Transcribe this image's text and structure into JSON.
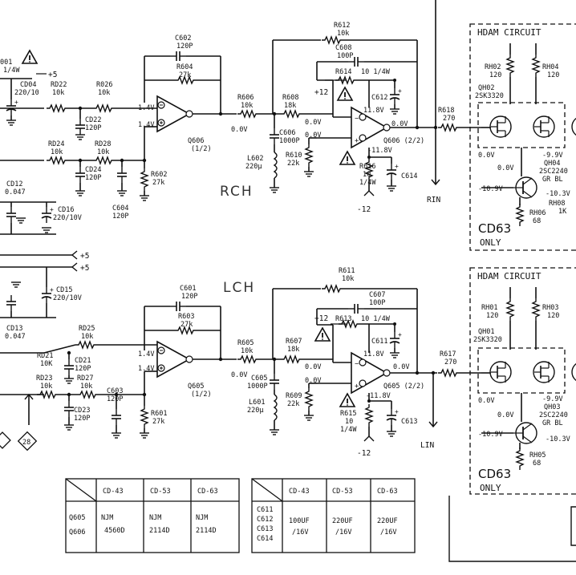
{
  "channels": {
    "top": {
      "channel_label": "RCH",
      "output_label": "RIN",
      "opamp1": {
        "ref": "Q606",
        "sub": "(1/2)",
        "in_minus_v": "1.4V",
        "in_plus_v": "1.4V",
        "out_v": "0.0V"
      },
      "opamp2": {
        "ref": "Q606 (2/2)",
        "in_minus_v": "0.0V",
        "in_plus_v": "0.0V",
        "out_v": "0.0V",
        "vplus": "11.8V",
        "vminus": "-11.8V"
      },
      "components": {
        "cd04": "CD04",
        "cd04_val": "220/10",
        "rd22": "RD22",
        "rd22_val": "10k",
        "r026": "R026",
        "r026_val": "10k",
        "cd22": "CD22",
        "cd22_val": "120P",
        "rd24": "RD24",
        "rd24_val": "10k",
        "rd28": "RD28",
        "rd28_val": "10k",
        "cd24": "CD24",
        "cd24_val": "120P",
        "c604": "C604",
        "c604_val": "120P",
        "c602": "C602",
        "c602_val": "120P",
        "r604": "R604",
        "r604_val": "27k",
        "r602": "R602",
        "r602_val": "27k",
        "r606": "R606",
        "r606_val": "10k",
        "r608": "R608",
        "r608_val": "18k",
        "c606": "C606",
        "c606_val": "1000P",
        "l602": "L602",
        "l602_val": "220μ",
        "r610": "R610",
        "r610_val": "22k",
        "r612": "R612",
        "r612_val": "10k",
        "c608": "C608",
        "c608_val": "100P",
        "r614": "R614",
        "r614_val": "10 1/4W",
        "c612": "C612",
        "r616": "R616",
        "r616_val": "10",
        "r616_w": "1/4W",
        "c614": "C614",
        "r618": "R618",
        "r618_val": "270",
        "vpos": "+12",
        "vneg": "-12"
      },
      "hdam": {
        "title": "HDAM CIRCUIT",
        "rh_a": "RH02",
        "rh_a_val": "120",
        "rh_b": "RH04",
        "rh_b_val": "120",
        "qh_a": "QH02",
        "qh_a_val": "2SK3320",
        "qh_b": "QH04",
        "qh_b_val": "2SC2240",
        "qh_b_grade": "GR BL",
        "rh_c": "RH06",
        "rh_c_val": "68",
        "rh_d": "RH08",
        "rh_d_val": "1K",
        "v1": "0.0V",
        "v2": "0.0V",
        "v3": "-9.9V",
        "v4": "-10.9V",
        "v5": "-10.3V",
        "cd": "CD63",
        "only": "ONLY"
      },
      "top_labels": {
        "ref": "001",
        "val": "1/4W",
        "plus5": "+5"
      }
    },
    "bottom": {
      "channel_label": "LCH",
      "output_label": "LIN",
      "opamp1": {
        "ref": "Q605",
        "sub": "(1/2)",
        "in_minus_v": "1.4V",
        "in_plus_v": "1.4V",
        "out_v": "0.0V"
      },
      "opamp2": {
        "ref": "Q605 (2/2)",
        "in_minus_v": "0.0V",
        "in_plus_v": "0.0V",
        "out_v": "0.0V",
        "vplus": "11.8V",
        "vminus": "-11.8V"
      },
      "components": {
        "rd25": "RD25",
        "rd25_val": "10k",
        "rd21": "RD21",
        "rd21_val": "10K",
        "cd21": "CD21",
        "cd21_val": "120P",
        "rd23": "RD23",
        "rd23_val": "10k",
        "rd27": "RD27",
        "rd27_val": "10k",
        "c603": "C603",
        "c603_val": "120P",
        "cd23": "CD23",
        "cd23_val": "120P",
        "c601": "C601",
        "c601_val": "120P",
        "r603": "R603",
        "r603_val": "27k",
        "r601": "R601",
        "r601_val": "27k",
        "r605": "R605",
        "r605_val": "10k",
        "r607": "R607",
        "r607_val": "18k",
        "c605": "C605",
        "c605_val": "1000P",
        "l601": "L601",
        "l601_val": "220μ",
        "r609": "R609",
        "r609_val": "22k",
        "r611": "R611",
        "r611_val": "10k",
        "c607": "C607",
        "c607_val": "100P",
        "r613": "R613",
        "r613_val": "10 1/4W",
        "c611": "C611",
        "r615": "R615",
        "r615_val": "10",
        "r615_w": "1/4W",
        "c613": "C613",
        "r617": "R617",
        "r617_val": "270",
        "vpos": "+12",
        "vneg": "-12"
      },
      "hdam": {
        "title": "HDAM CIRCUIT",
        "rh_a": "RH01",
        "rh_a_val": "120",
        "rh_b": "RH03",
        "rh_b_val": "120",
        "qh_a": "QH01",
        "qh_a_val": "2SK3320",
        "qh_b": "QH03",
        "qh_b_val": "2SC2240",
        "qh_b_grade": "GR BL",
        "rh_c": "RH05",
        "rh_c_val": "68",
        "v1": "0.0V",
        "v2": "0.0V",
        "v3": "-9.9V",
        "v4": "-10.9V",
        "v5": "-10.3V",
        "cd": "CD63",
        "only": "ONLY"
      }
    }
  },
  "supply": {
    "cd12": "CD12",
    "cd12_val": "0.047",
    "cd16": "CD16",
    "cd16_val": "220/10V",
    "cd13": "CD13",
    "cd13_val": "0.047",
    "cd15": "CD15",
    "cd15_val": "220/10V",
    "plus5_a": "+5",
    "plus5_b": "+5",
    "marker": "28"
  },
  "table1": {
    "headers": [
      "CD-43",
      "CD-53",
      "CD-63"
    ],
    "row_refs": [
      "Q605",
      "Q606"
    ],
    "cells": [
      [
        "NJM",
        "4560D"
      ],
      [
        "NJM",
        "2114D"
      ],
      [
        "NJM",
        "2114D"
      ]
    ]
  },
  "table2": {
    "headers": [
      "CD-43",
      "CD-53",
      "CD-63"
    ],
    "row_refs": [
      "C611",
      "C612",
      "C613",
      "C614"
    ],
    "cells": [
      [
        "100UF",
        "/16V"
      ],
      [
        "220UF",
        "/16V"
      ],
      [
        "220UF",
        "/16V"
      ]
    ]
  }
}
